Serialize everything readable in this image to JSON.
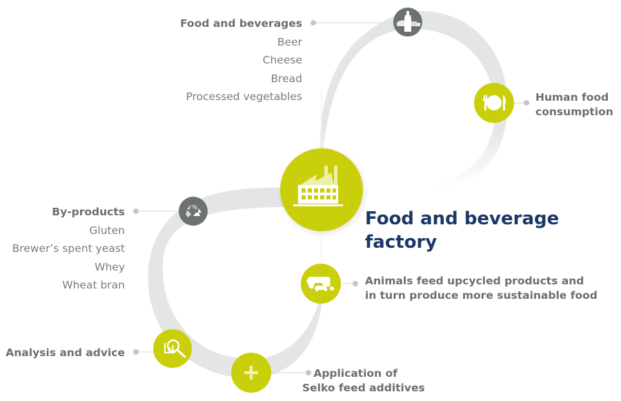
{
  "colors": {
    "accent_green": "#c9cf0a",
    "node_gray": "#6b7271",
    "path_gray": "#e4e5e5",
    "title_navy": "#1b3767",
    "text_gray": "#7a7b7c"
  },
  "center": {
    "icon": "factory-icon",
    "title_line1": "Food and beverage",
    "title_line2": "factory"
  },
  "nodes": {
    "food_beverages": {
      "icon": "food-bottle-bread-icon",
      "heading": "Food and beverages",
      "items": [
        "Beer",
        "Cheese",
        "Bread",
        "Processed vegetables"
      ]
    },
    "human_food": {
      "icon": "plate-fork-knife-icon",
      "line1": "Human food",
      "line2": "consumption"
    },
    "by_products": {
      "icon": "recycle-icon",
      "heading": "By-products",
      "items": [
        "Gluten",
        "Brewer’s spent yeast",
        "Whey",
        "Wheat bran"
      ]
    },
    "animals": {
      "icon": "livestock-icon",
      "line1": "Animals feed upcycled products and",
      "line2": "in turn produce more sustainable food"
    },
    "analysis": {
      "icon": "magnifier-chart-icon",
      "label": "Analysis and advice"
    },
    "application": {
      "icon": "plus-icon",
      "line1": "Application of",
      "line2": "Selko feed additives"
    }
  }
}
